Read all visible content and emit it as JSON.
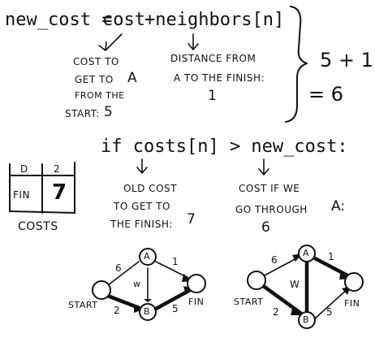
{
  "formula": {
    "lhs": "new_cost =",
    "term1": "cost",
    "term2": "+neighbors[n]",
    "cost_label_lines": [
      "COST TO",
      "GET TO",
      "A",
      "FROM THE",
      "START:",
      "5"
    ],
    "dist_label_lines": [
      "DISTANCE FROM",
      "A TO THE FINISH:",
      "1"
    ],
    "sum_expr": "5 + 1",
    "sum_result": "= 6"
  },
  "condition": {
    "text": "if costs[n]  > new_cost:",
    "old_cost_lines": [
      "OLD COST",
      "TO GET TO",
      "THE FINISH:",
      "7"
    ],
    "new_cost_lines": [
      "COST IF WE",
      "GO THROUGH",
      "A:",
      "6"
    ]
  },
  "costs_table": {
    "header_cells": [
      "D",
      "2"
    ],
    "row_cells": [
      "FIN",
      "7"
    ],
    "caption": "COSTS"
  },
  "graph_left": {
    "node_a": "A",
    "node_b": "B",
    "start_label": "START",
    "fin_label": "FIN",
    "w_start_a": "6",
    "w_a_fin": "1",
    "w_start_b": "2",
    "w_b_fin": "5",
    "w_ab": "w"
  },
  "graph_right": {
    "node_a": "A",
    "node_b": "B",
    "start_label": "START",
    "fin_label": "FIN",
    "w_start_a": "6",
    "w_a_fin": "1",
    "w_start_b": "2",
    "w_b_fin": "5",
    "w_ab": "W"
  }
}
